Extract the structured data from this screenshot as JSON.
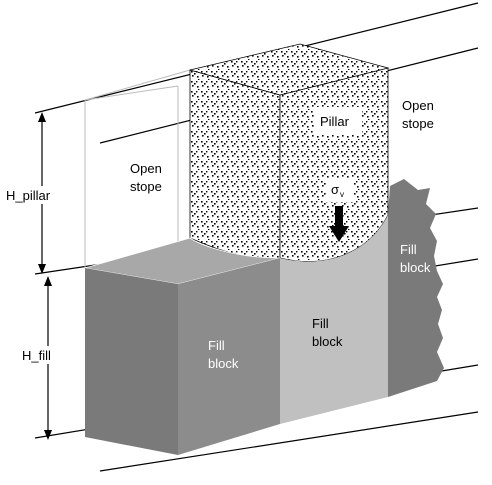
{
  "labels": {
    "h_pillar": "H_pillar",
    "h_fill": "H_fill",
    "open_stope_left_1": "Open",
    "open_stope_left_2": "stope",
    "open_stope_right_1": "Open",
    "open_stope_right_2": "stope",
    "pillar": "Pillar",
    "sigma": "σ",
    "sigma_sub": "v",
    "fill_left_1": "Fill",
    "fill_left_2": "block",
    "fill_mid_1": "Fill",
    "fill_mid_2": "block",
    "fill_right_1": "Fill",
    "fill_right_2": "block"
  },
  "colors": {
    "fill_dark": "#7a7a7a",
    "fill_mid": "#8c8c8c",
    "fill_light": "#c0c0c0",
    "pillar_dots": "#000000",
    "lines": "#000000"
  }
}
